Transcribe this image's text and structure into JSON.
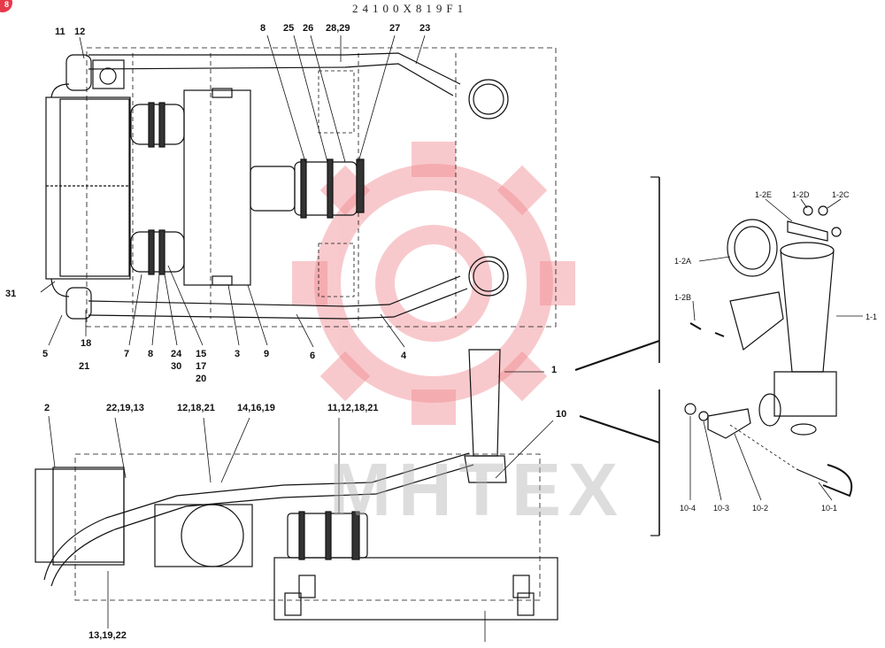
{
  "drawing_code": "24100X819F1",
  "corner_badge": "8",
  "watermark": {
    "text": "MHTEX",
    "gear_color": "#f08a90"
  },
  "labels": {
    "top_view": [
      "11",
      "12",
      "8",
      "25",
      "26",
      "28,29",
      "27",
      "23",
      "31",
      "5",
      "18",
      "21",
      "7",
      "8",
      "24",
      "30",
      "15",
      "17",
      "20",
      "3",
      "9",
      "6",
      "4",
      "1",
      "10"
    ],
    "side_view": [
      "2",
      "22,19,13",
      "12,18,21",
      "14,16,19",
      "11,12,18,21",
      "13,19,22"
    ],
    "detail": [
      "1-2E",
      "1-2D",
      "1-2C",
      "1-2A",
      "1-2B",
      "1-1",
      "10-4",
      "10-3",
      "10-2",
      "10-1"
    ]
  }
}
